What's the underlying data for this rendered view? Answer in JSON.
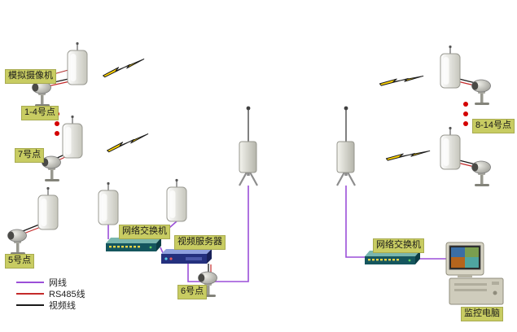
{
  "labels": {
    "analog_camera": "模拟摄像机",
    "points_1_4": "1-4号点",
    "point_7": "7号点",
    "point_5": "5号点",
    "point_6": "6号点",
    "points_8_14": "8-14号点",
    "switch_left": "网络交换机",
    "video_server": "视频服务器",
    "switch_right": "网络交换机",
    "monitor_pc": "监控电脑"
  },
  "legend": {
    "items": [
      {
        "label": "网线",
        "color": "#9b4fd8"
      },
      {
        "label": "RS485线",
        "color": "#c42a2a"
      },
      {
        "label": "视频线",
        "color": "#1a1a1a"
      }
    ]
  },
  "colors": {
    "label_bg": "#c8cc62",
    "label_text": "#1a1a1a",
    "bolt_fill": "#ffd400",
    "red_dot": "#d40000",
    "background": "#ffffff"
  }
}
